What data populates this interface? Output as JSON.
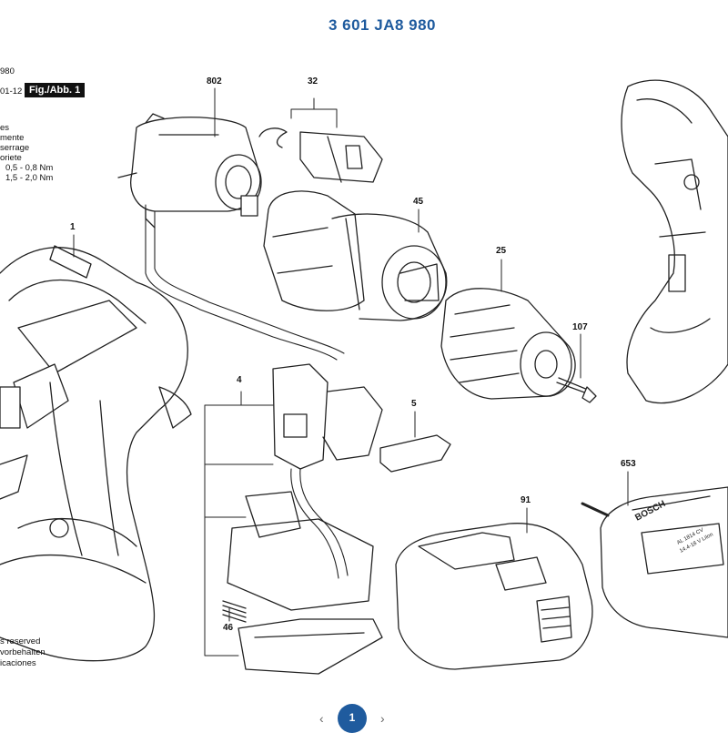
{
  "header": {
    "title": "3 601 JA8 980"
  },
  "left_margin": {
    "code_fragment": "980",
    "date_fragment": "01-12",
    "fig_label": "Fig./Abb. 1",
    "lines": [
      "es",
      "mente",
      "serrage",
      "oriete",
      "0,5 - 0,8 Nm",
      "1,5 - 2,0 Nm"
    ],
    "footer_lines": [
      "s reserved",
      "vorbehalten",
      "icaciones"
    ]
  },
  "part_labels": {
    "p802": "802",
    "p32": "32",
    "p45": "45",
    "p25": "25",
    "p107": "107",
    "p1": "1",
    "p4": "4",
    "p5": "5",
    "p653": "653",
    "p91": "91",
    "p46": "46"
  },
  "charger_text": {
    "brand": "BOSCH",
    "model_line1": "AL 1814 CV",
    "model_line2": "14.4-18 V LiIon"
  },
  "pagination": {
    "prev": "‹",
    "current": "1",
    "next": "›"
  },
  "colors": {
    "title_blue": "#1f5b9e",
    "line": "#222222"
  }
}
